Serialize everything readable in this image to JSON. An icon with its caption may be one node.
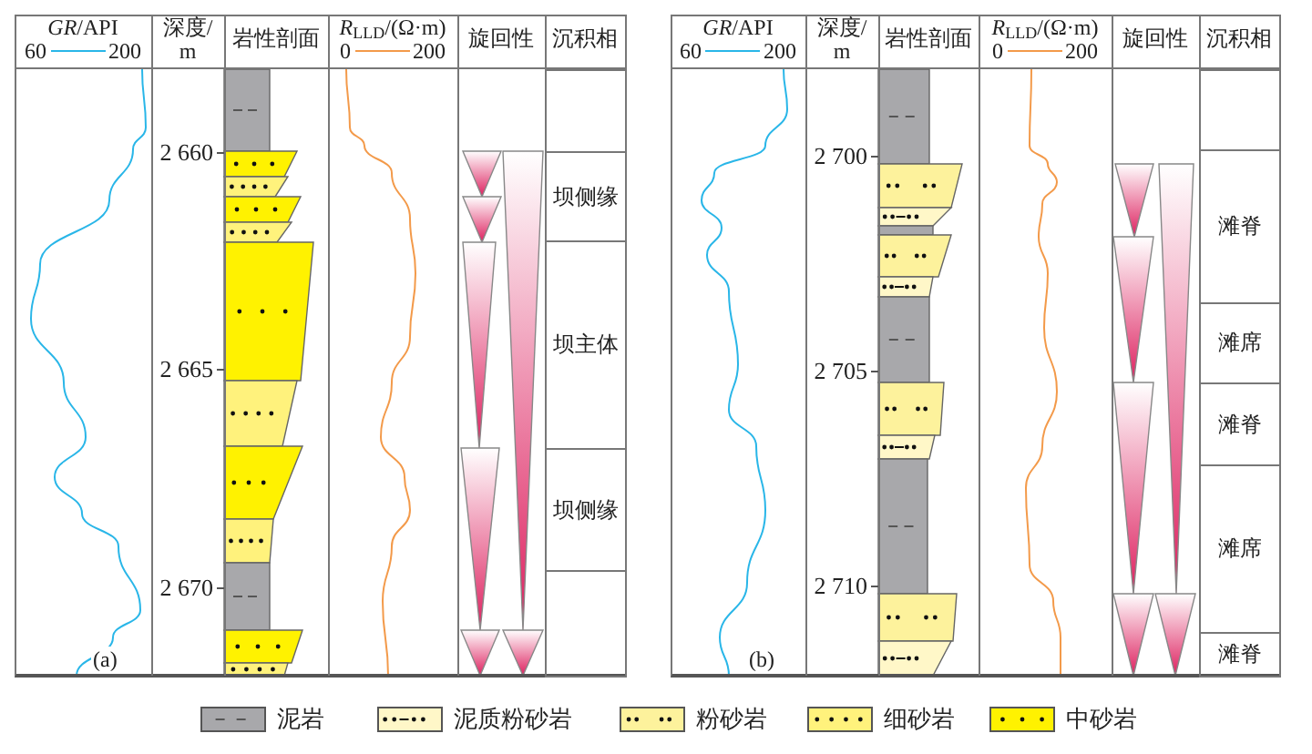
{
  "diagram": {
    "nodes": [
      {
        "text": [],
        "shape": "box"
      },
      {
        "text": [
          "坝侧缘"
        ]
      },
      {
        "text": [
          "坝主体"
        ]
      },
      {
        "text": [
          "坝侧缘"
        ]
      },
      {
        "text": [],
        "shape": "box"
      },
      {
        "text": [],
        "shape": "box"
      },
      {
        "text": [
          "滩脊"
        ]
      },
      {
        "text": [
          "滩席"
        ]
      },
      {
        "text": [
          "滩脊"
        ]
      },
      {
        "text": [
          "滩席"
        ]
      },
      {
        "text": [
          "滩脊"
        ]
      }
    ],
    "edges": [],
    "labels": [
      "*GR*/API",
      "60",
      "200",
      "深度/m",
      "岩性剖面",
      "*R*$_{LLD}$/(Ω·m)",
      "0",
      "200",
      "旋回性",
      "沉积相",
      "2 660",
      "2 665",
      "2 670",
      "(a)",
      "*GR*/API",
      "60",
      "200",
      "深度/m",
      "岩性剖面",
      "*R*$_{LLD}$/(Ω·m)",
      "0",
      "200",
      "旋回性",
      "沉积相",
      "2 700",
      "2 705",
      "2 710",
      "(b)"
    ],
    "legend": [
      {
        "text": "泥岩",
        "color": "#a8a8ab"
      },
      {
        "text": "泥质粉砂岩",
        "color": "#fff7c8"
      },
      {
        "text": "粉砂岩",
        "color": "#fdf29c"
      },
      {
        "text": "细砂岩",
        "color": "#fff27c"
      },
      {
        "text": "中砂岩",
        "color": "#fff200"
      }
    ]
  }
}
